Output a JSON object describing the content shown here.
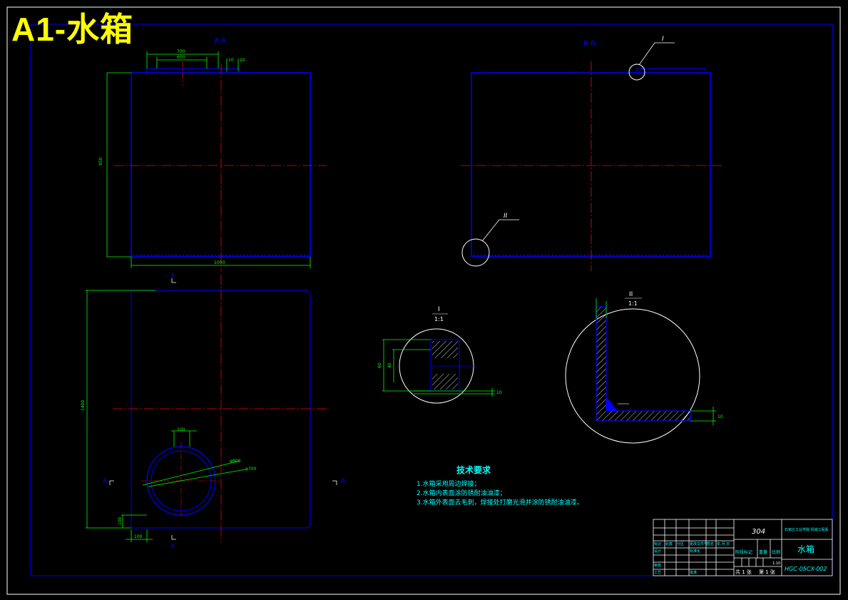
{
  "sheet_title": "A1-水箱",
  "views": {
    "section_aa": "A-A",
    "section_bb": "B-B",
    "detail_i_ref": "I",
    "detail_ii_ref": "II",
    "detail_i_label": "I",
    "detail_i_scale": "1:1",
    "detail_ii_label": "II",
    "detail_ii_scale": "1:1",
    "cut_mark_a": "A",
    "cut_mark_b": "B"
  },
  "dimensions": {
    "width_top_outer": "700",
    "width_top_inner": "600",
    "top_small_1": "10",
    "top_small_2": "20",
    "height_front": "950",
    "width_front": "1000",
    "plan_height": "1400",
    "pipe_width": "100",
    "dia_outer": "φ800",
    "dia_inner": "φ700",
    "offset_bottom": "100",
    "offset_left": "100",
    "detail_i_h1": "60",
    "detail_i_h2": "40",
    "detail_i_t": "10",
    "detail_ii_t": "10"
  },
  "technical_requirements": {
    "heading": "技术要求",
    "items": [
      "1.水箱采用周边焊接；",
      "2.水箱内表面涂防锈耐油油漆；",
      "3.水箱外表面去毛刺，焊接处打磨光滑并涂防锈耐油油漆。"
    ]
  },
  "title_block": {
    "material": "304",
    "school": "石家庄工业学院 机械工程系",
    "part_name": "水箱",
    "drawing_no": "HGC-05CX-002",
    "scale": "1:10",
    "sheets_total": "共 1 张",
    "sheet_index": "第 1 张",
    "stage_mark": "阶段标记",
    "weight": "重量",
    "ratio": "比例",
    "mark": "标记",
    "count": "处数",
    "zone": "分区",
    "change_doc": "更改文件号",
    "sign": "签名",
    "date": "年.月.日",
    "design": "设计",
    "standard": "标准化",
    "review": "审核",
    "process": "工艺",
    "approve": "批准"
  }
}
